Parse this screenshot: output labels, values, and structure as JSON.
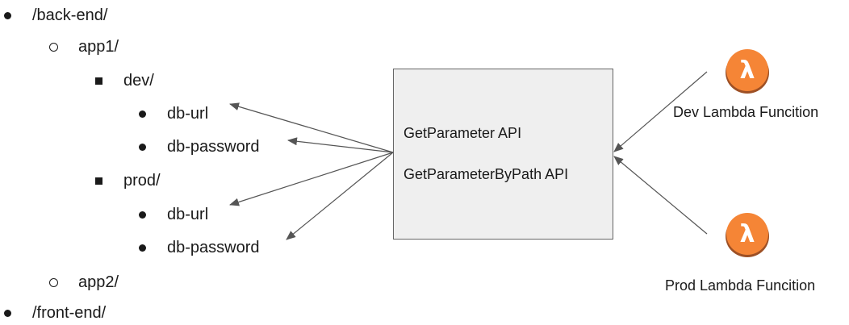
{
  "tree": [
    {
      "label": "/back-end/",
      "bullet": "disc"
    },
    {
      "label": "app1/",
      "bullet": "circle"
    },
    {
      "label": "dev/",
      "bullet": "square"
    },
    {
      "label": "db-url",
      "bullet": "disc"
    },
    {
      "label": "db-password",
      "bullet": "disc"
    },
    {
      "label": "prod/",
      "bullet": "square"
    },
    {
      "label": "db-url",
      "bullet": "disc"
    },
    {
      "label": "db-password",
      "bullet": "disc"
    },
    {
      "label": "app2/",
      "bullet": "circle"
    },
    {
      "label": "/front-end/",
      "bullet": "disc"
    }
  ],
  "api": {
    "get_parameter": "GetParameter API",
    "get_parameter_by_path": "GetParameterByPath API"
  },
  "lambdas": {
    "dev": {
      "label": "Dev Lambda Funcition",
      "icon": "lambda-icon"
    },
    "prod": {
      "label": "Prod Lambda Funcition",
      "icon": "lambda-icon"
    }
  },
  "colors": {
    "lambda_orange": "#f58536",
    "lambda_dark": "#9d5025",
    "box_fill": "#efefef",
    "arrow": "#555555"
  }
}
